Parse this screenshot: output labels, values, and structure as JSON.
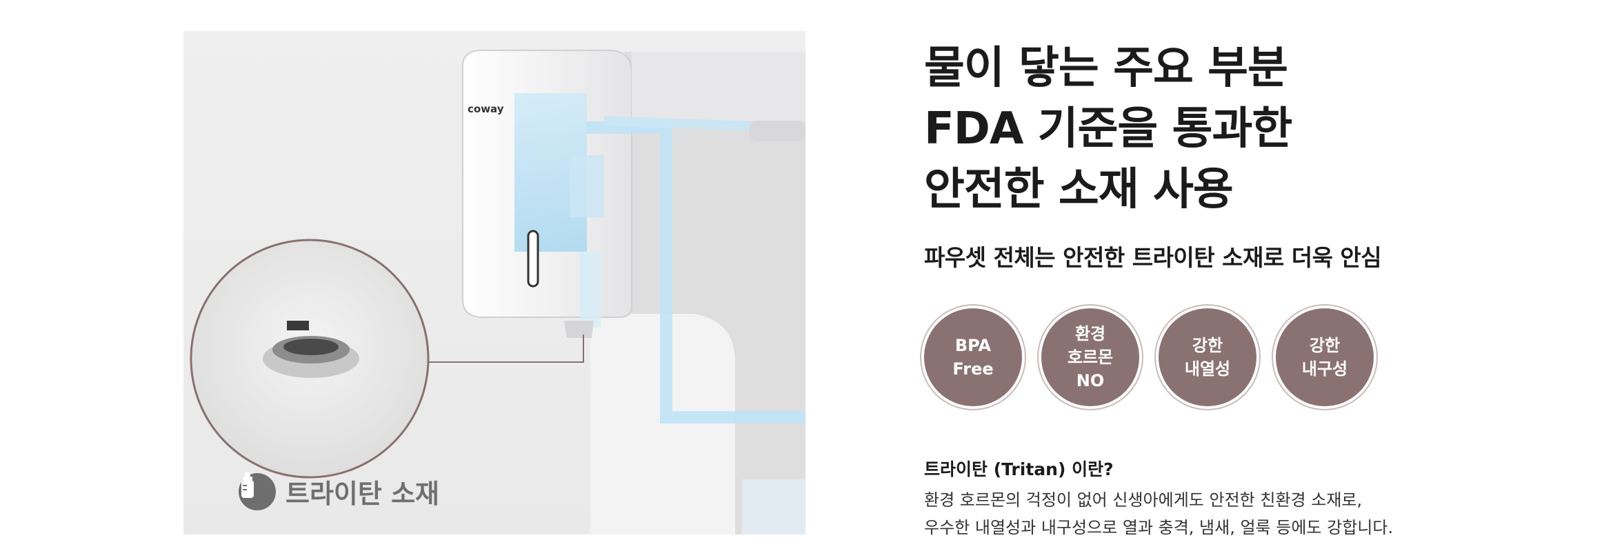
{
  "illustration": {
    "brand_mark": "coway",
    "material_label": "트라이탄 소재"
  },
  "headline": {
    "line1": "물이 닿는 주요 부분",
    "line2": "FDA 기준을 통과한",
    "line3": "안전한 소재 사용"
  },
  "subheadline": "파우셋 전체는 안전한 트라이탄 소재로 더욱 안심",
  "features": [
    {
      "label": "BPA\nFree"
    },
    {
      "label": "환경\n호르몬\nNO"
    },
    {
      "label": "강한\n내열성"
    },
    {
      "label": "강한\n내구성"
    }
  ],
  "info": {
    "title": "트라이탄 (Tritan) 이란?",
    "line1": "환경 호르몬의 걱정이 없어 신생아에게도 안전한 친환경 소재로,",
    "line2": "우수한 내열성과 내구성으로 열과 충격, 냄새, 얼룩 등에도 강합니다."
  },
  "colors": {
    "badge": "#8b7272",
    "text": "#1b1b1b",
    "water": "#bfe3f5"
  }
}
